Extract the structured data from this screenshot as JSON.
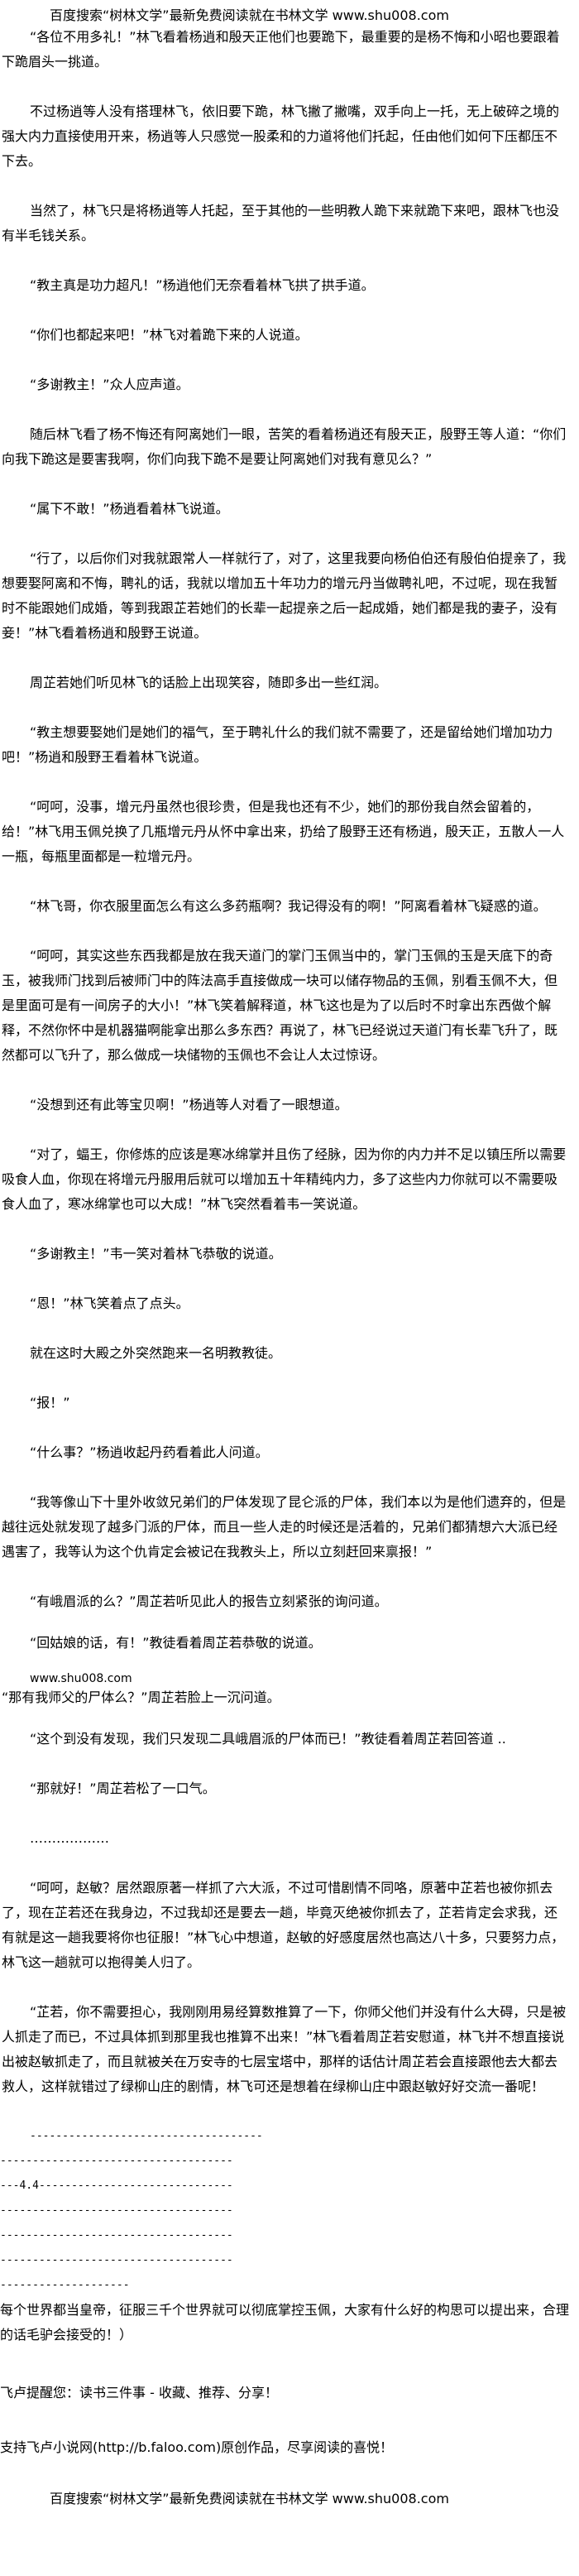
{
  "header": {
    "banner": "百度搜索“树林文学”最新免费阅读就在书林文学 www.shu008.com"
  },
  "paragraphs": [
    "“各位不用多礼！”林飞看着杨逍和殷天正他们也要跪下，最重要的是杨不悔和小昭也要跟着下跪眉头一挑道。",
    "不过杨逍等人没有搭理林飞，依旧要下跪，林飞撇了撇嘴，双手向上一托，无上破碎之境的强大内力直接使用开来，杨逍等人只感觉一股柔和的力道将他们托起，任由他们如何下压都压不下去。",
    "当然了，林飞只是将杨逍等人托起，至于其他的一些明教人跪下来就跪下来吧，跟林飞也没有半毛钱关系。",
    "“教主真是功力超凡！”杨逍他们无奈看着林飞拱了拱手道。",
    "“你们也都起来吧！”林飞对着跪下来的人说道。",
    "“多谢教主！”众人应声道。",
    "随后林飞看了杨不悔还有阿离她们一眼，苦笑的看着杨逍还有殷天正，殷野王等人道：“你们向我下跪这是要害我啊，你们向我下跪不是要让阿离她们对我有意见么？”",
    "“属下不敢！”杨逍看着林飞说道。",
    "“行了，以后你们对我就跟常人一样就行了，对了，这里我要向杨伯伯还有殷伯伯提亲了，我想要娶阿离和不悔，聘礼的话，我就以增加五十年功力的增元丹当做聘礼吧，不过呢，现在我暂时不能跟她们成婚，等到我跟芷若她们的长辈一起提亲之后一起成婚，她们都是我的妻子，没有妾！”林飞看着杨逍和殷野王说道。",
    "周芷若她们听见林飞的话脸上出现笑容，随即多出一些红润。",
    "“教主想要娶她们是她们的福气，至于聘礼什么的我们就不需要了，还是留给她们增加功力吧！”杨逍和殷野王看着林飞说道。",
    "“呵呵，没事，增元丹虽然也很珍贵，但是我也还有不少，她们的那份我自然会留着的，给！”林飞用玉佩兑换了几瓶增元丹从怀中拿出来，扔给了殷野王还有杨逍，殷天正，五散人一人一瓶，每瓶里面都是一粒增元丹。",
    "“林飞哥，你衣服里面怎么有这么多药瓶啊？我记得没有的啊！”阿离看着林飞疑惑的道。",
    "“呵呵，其实这些东西我都是放在我天道门的掌门玉佩当中的，掌门玉佩的玉是天底下的奇玉，被我师门找到后被师门中的阵法高手直接做成一块可以储存物品的玉佩，别看玉佩不大，但是里面可是有一间房子的大小！”林飞笑着解释道，林飞这也是为了以后时不时拿出东西做个解释，不然你怀中是机器猫啊能拿出那么多东西？再说了，林飞已经说过天道门有长辈飞升了，既然都可以飞升了，那么做成一块储物的玉佩也不会让人太过惊讶。",
    "“没想到还有此等宝贝啊！”杨逍等人对看了一眼想道。",
    "“对了，蝠王，你修炼的应该是寒冰绵掌并且伤了经脉，因为你的内力并不足以镇压所以需要吸食人血，你现在将增元丹服用后就可以增加五十年精纯内力，多了这些内力你就可以不需要吸食人血了，寒冰绵掌也可以大成！”林飞突然看着韦一笑说道。",
    "“多谢教主！”韦一笑对着林飞恭敬的说道。",
    "“恩！”林飞笑着点了点头。",
    "就在这时大殿之外突然跑来一名明教教徒。",
    "“报！”",
    "“什么事？”杨逍收起丹药看着此人问道。",
    "“我等像山下十里外收敛兄弟们的尸体发现了昆仑派的尸体，我们本以为是他们遗弃的，但是越往远处就发现了越多门派的尸体，而且一些人走的时候还是活着的，兄弟们都猜想六大派已经遇害了，我等认为这个仇肯定会被记在我教头上，所以立刻赶回来禀报！”",
    "“有峨眉派的么？”周芷若听见此人的报告立刻紧张的询问道。",
    "“回姑娘的话，有！”教徒看着周芷若恭敬的说道。",
    "“那有我师父的尸体么？”周芷若脸上一沉问道。",
    "“这个到没有发现，我们只发现二具峨眉派的尸体而已！”教徒看着周芷若回答道 ..",
    "“那就好！”周芷若松了一口气。",
    "………………",
    "“呵呵，赵敏？居然跟原著一样抓了六大派，不过可惜剧情不同咯，原著中芷若也被你抓去了，现在芷若还在我身边，不过我却还是要去一趟，毕竟灭绝被你抓去了，芷若肯定会求我，还有就是这一趟我要将你也征服！”林飞心中想道，赵敏的好感度居然也高达八十多，只要努力点，林飞这一趟就可以抱得美人归了。",
    "“芷若，你不需要担心，我刚刚用易经算数推算了一下，你师父他们并没有什么大碍，只是被人抓走了而已，不过具体抓到那里我也推算不出来！”林飞看着周芷若安慰道，林飞并不想直接说出被赵敏抓走了，而且就被关在万安寺的七层宝塔中，那样的话估计周芷若会直接跟他去大都去救人，这样就错过了绿柳山庄的剧情，林飞可还是想着在绿柳山庄中跟赵敏好好交流一番呢！"
  ],
  "inline_site": "www.shu008.com",
  "separators": [
    "------------------------------------",
    "------------------------------------",
    "---4.4------------------------------",
    "------------------------------------",
    "------------------------------------",
    "------------------------------------",
    "--------------------"
  ],
  "author_note": "每个世界都当皇帝，征服三千个世界就可以彻底掌控玉佩，大家有什么好的构思可以提出来，合理的话毛驴会接受的！）",
  "footer": {
    "reminder": "飞卢提醒您：读书三件事 - 收藏、推荐、分享！",
    "support": "支持飞卢小说网(http://b.faloo.com)原创作品，尽享阅读的喜悦！",
    "banner": "百度搜索“树林文学”最新免费阅读就在书林文学 www.shu008.com"
  }
}
